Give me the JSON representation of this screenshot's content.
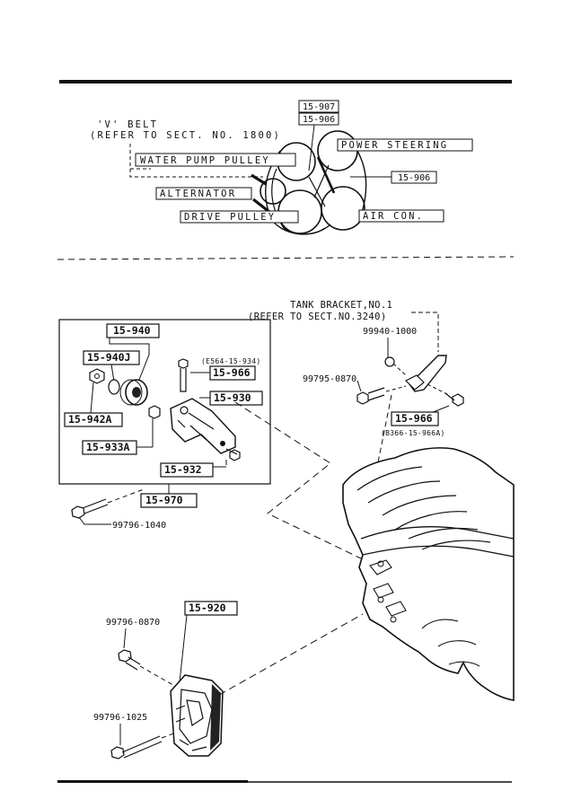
{
  "belt": {
    "v_belt_line1": "'V' BELT",
    "v_belt_line2": "(REFER TO SECT. NO. 1800)",
    "part_15_907": "15-907",
    "part_15_906_top": "15-906",
    "part_15_906_side": "15-906",
    "power_steering": "POWER STEERING",
    "water_pump_pulley": "WATER PUMP PULLEY",
    "alternator": "ALTERNATOR",
    "drive_pulley": "DRIVE PULLEY",
    "air_con": "AIR CON."
  },
  "bracket_group": {
    "part_15_940": "15-940",
    "part_15_940J": "15-940J",
    "part_15_942A": "15-942A",
    "part_15_933A": "15-933A",
    "part_15_966": "15-966",
    "part_15_966_ref": "(E564-15-934)",
    "part_15_930": "15-930",
    "part_15_932": "15-932",
    "part_15_970": "15-970",
    "bolt_99796_1040": "99796-1040"
  },
  "tank_bracket": {
    "title_line1": "TANK BRACKET,NO.1",
    "title_line2": "(REFER TO SECT.NO.3240)",
    "part_99940_1000": "99940-1000",
    "part_99795_0870": "99795-0870",
    "part_15_966": "15-966",
    "part_15_966_ref": "(B366-15-966A)"
  },
  "lower_group": {
    "part_15_920": "15-920",
    "bolt_99796_0870": "99796-0870",
    "bolt_99796_1025": "99796-1025"
  }
}
